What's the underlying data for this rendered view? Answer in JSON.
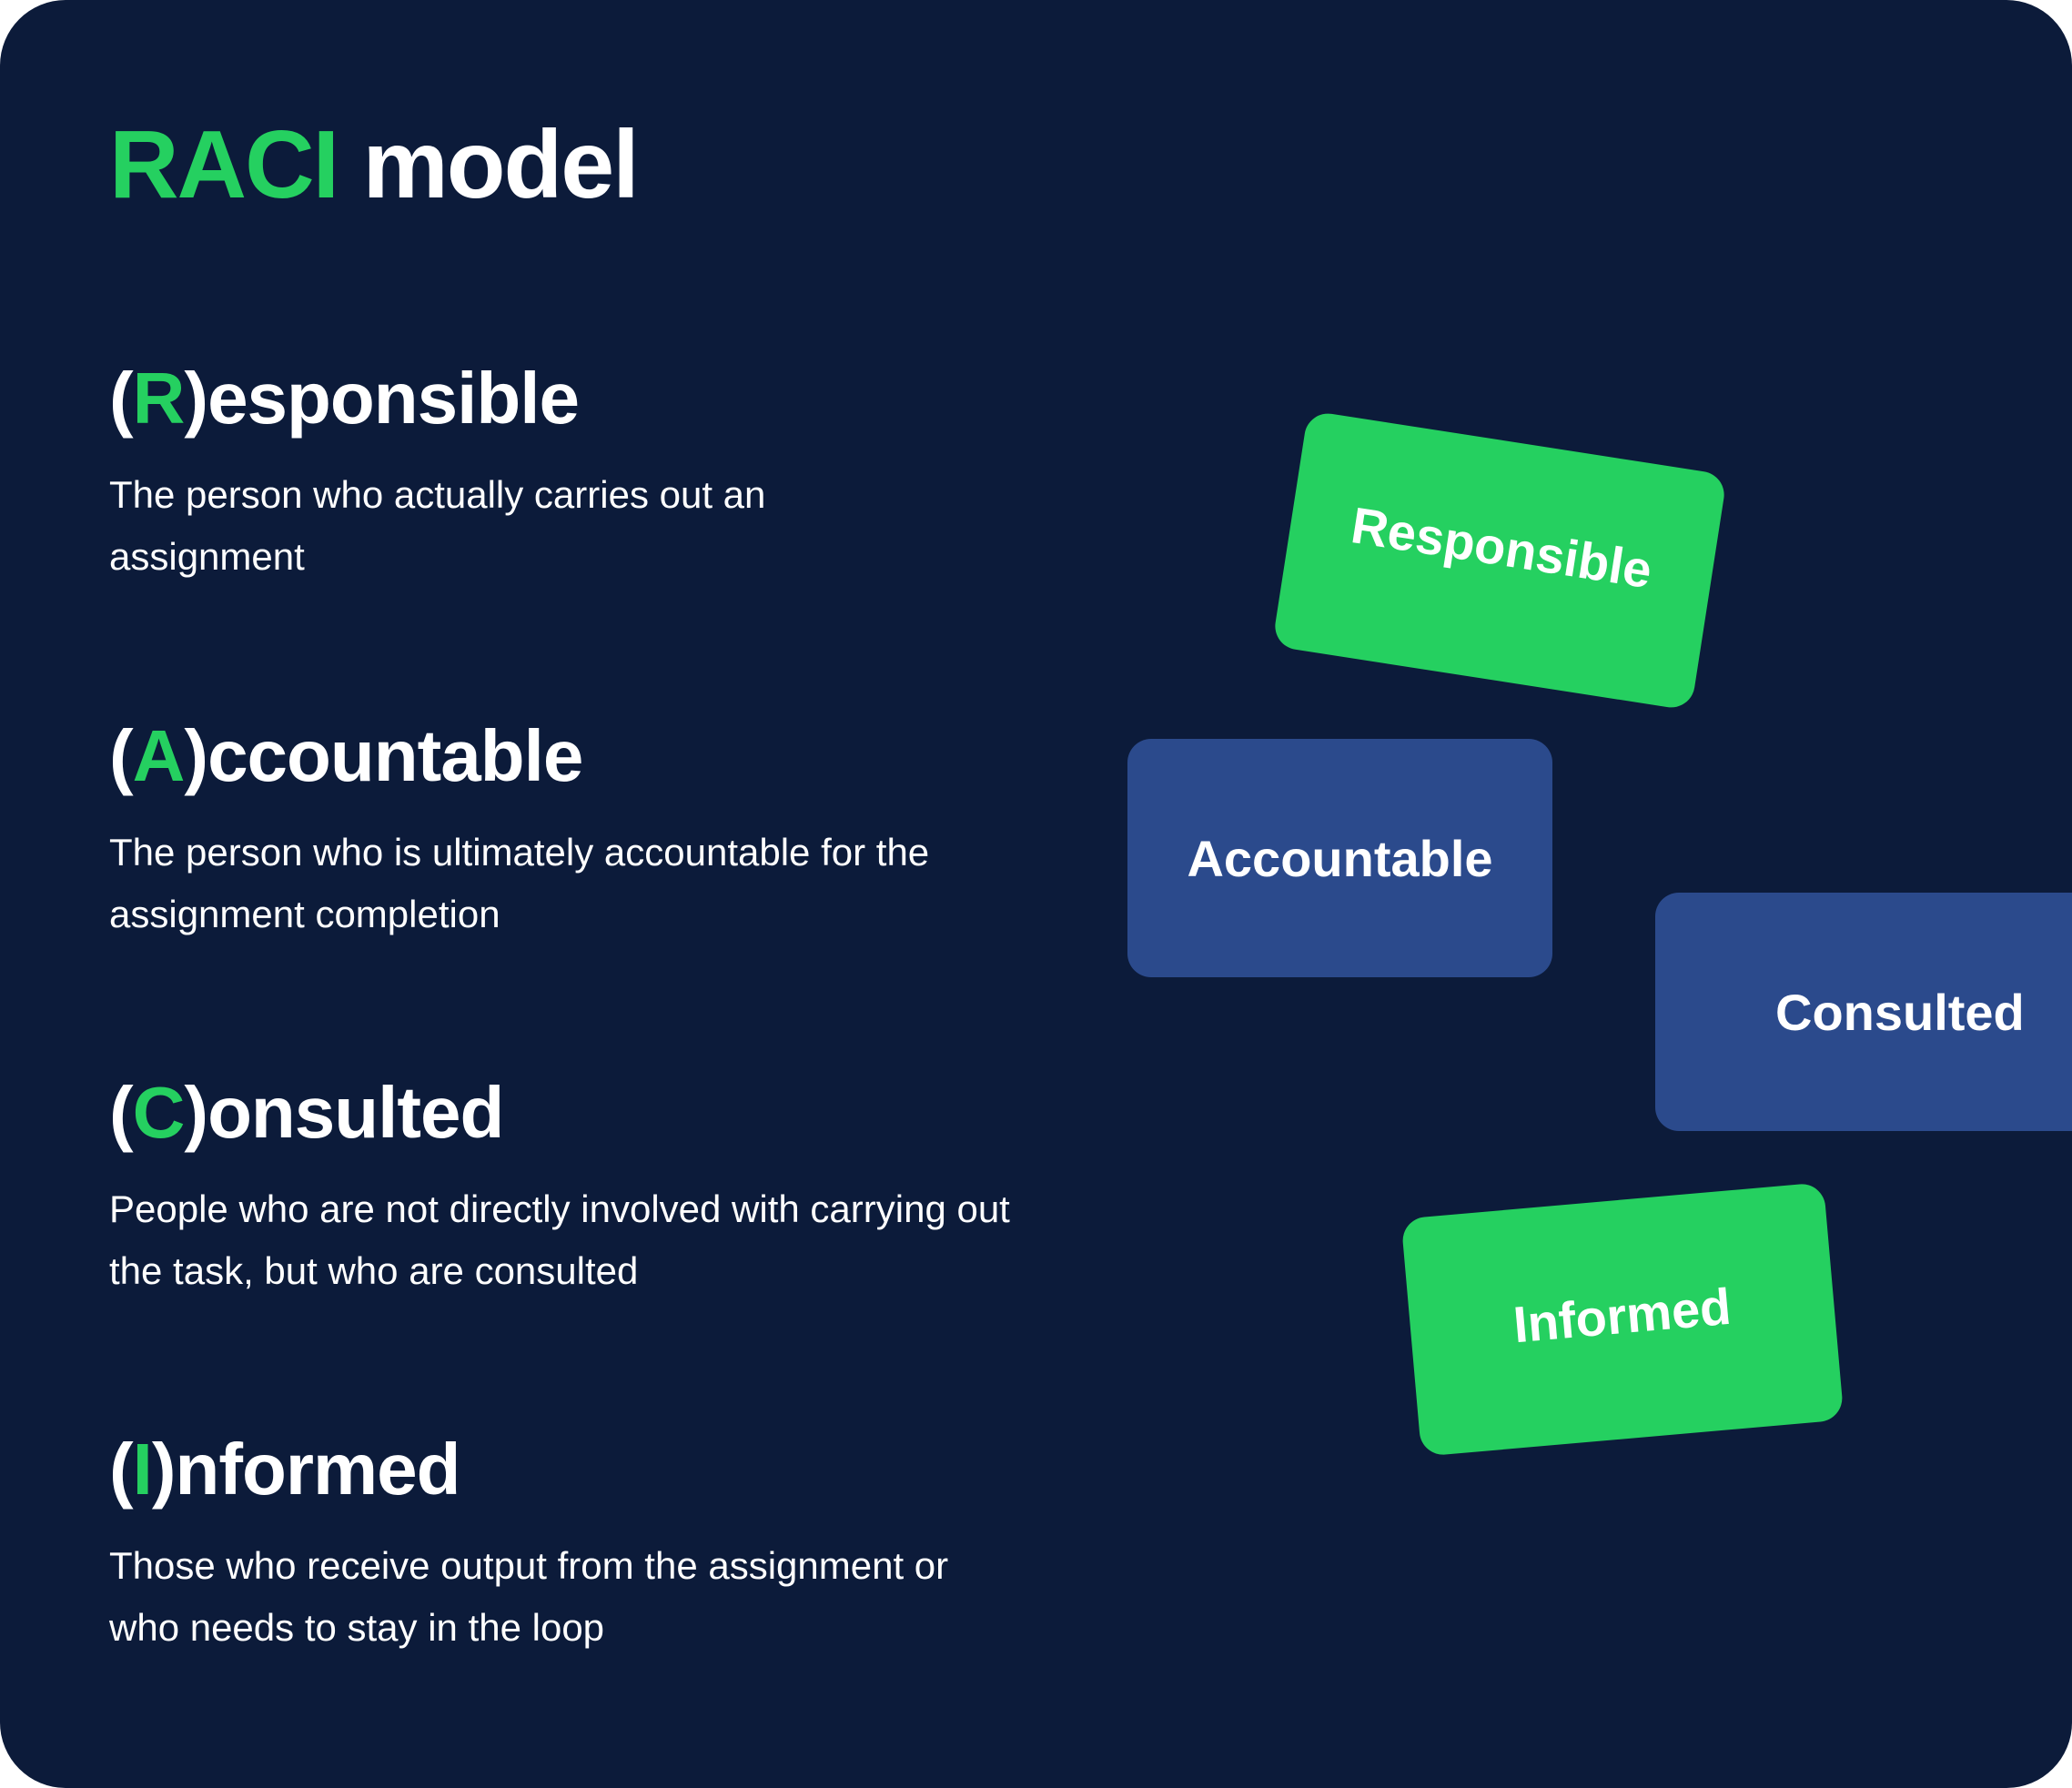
{
  "title": {
    "accent": "RACI",
    "rest": " model"
  },
  "colors": {
    "background": "#0C1B3A",
    "accent_green": "#25D060",
    "card_blue": "#2B4A8C",
    "text": "#FFFFFF"
  },
  "sections": [
    {
      "open": "(",
      "letter": "R",
      "close": ")",
      "rest": "esponsible",
      "description": "The person who actually carries out an assignment"
    },
    {
      "open": "(",
      "letter": "A",
      "close": ")",
      "rest": "ccountable",
      "description": "The person who is ultimately accountable for the assignment completion"
    },
    {
      "open": "(",
      "letter": "C",
      "close": ")",
      "rest": "onsulted",
      "description": "People who are not directly involved with carrying out the task, but who are consulted"
    },
    {
      "open": "(",
      "letter": "I",
      "close": ")",
      "rest": "nformed",
      "description": "Those who receive output from the assignment or who needs to stay in the loop"
    }
  ],
  "cards": [
    {
      "label": "Responsible",
      "color": "green",
      "rotation_deg": 8.8
    },
    {
      "label": "Accountable",
      "color": "blue",
      "rotation_deg": 0
    },
    {
      "label": "Consulted",
      "color": "blue",
      "rotation_deg": 0
    },
    {
      "label": "Informed",
      "color": "green",
      "rotation_deg": -5
    }
  ]
}
